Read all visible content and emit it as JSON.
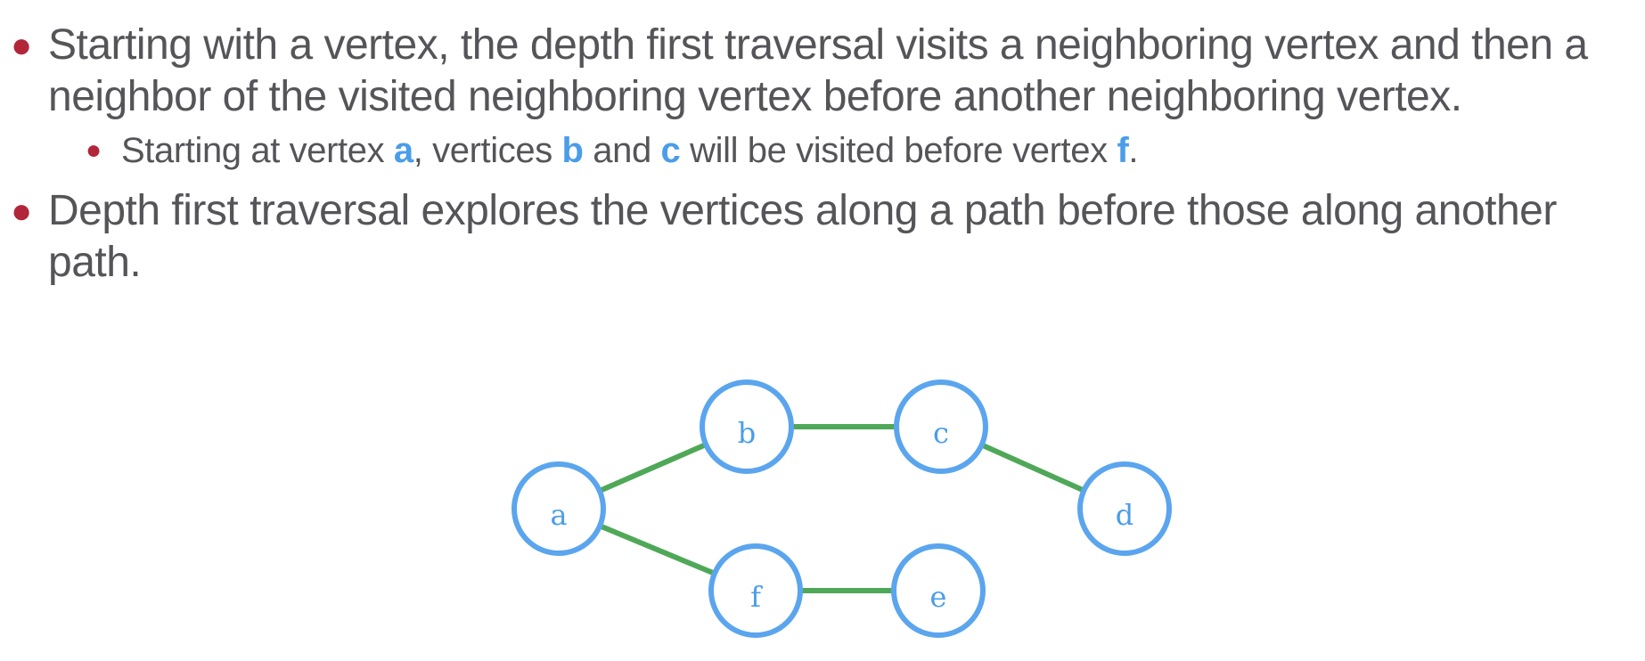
{
  "bullets": [
    {
      "text": "Starting with a vertex, the depth first traversal visits a neighboring vertex and then a neighbor of the visited neighboring vertex before another neighboring vertex."
    },
    {
      "parts": [
        "Starting at vertex ",
        "a",
        ", vertices ",
        "b",
        " and ",
        "c",
        " will be visited before vertex ",
        "f",
        "."
      ]
    },
    {
      "text": "Depth first traversal explores the vertices along a path before those along another path."
    }
  ],
  "graph": {
    "nodes": [
      {
        "id": "a",
        "label": "a"
      },
      {
        "id": "b",
        "label": "b"
      },
      {
        "id": "c",
        "label": "c"
      },
      {
        "id": "d",
        "label": "d"
      },
      {
        "id": "e",
        "label": "e"
      },
      {
        "id": "f",
        "label": "f"
      }
    ],
    "edges": [
      {
        "from": "a",
        "to": "b"
      },
      {
        "from": "b",
        "to": "c"
      },
      {
        "from": "c",
        "to": "d"
      },
      {
        "from": "a",
        "to": "f"
      },
      {
        "from": "f",
        "to": "e"
      }
    ],
    "colors": {
      "node_stroke": "#5aa5ee",
      "node_fill": "#ffffff",
      "label": "#4a9de8",
      "edge": "#4fa858",
      "bullet_dot": "#b2263a",
      "text": "#555559",
      "highlight": "#4a9de8"
    }
  }
}
